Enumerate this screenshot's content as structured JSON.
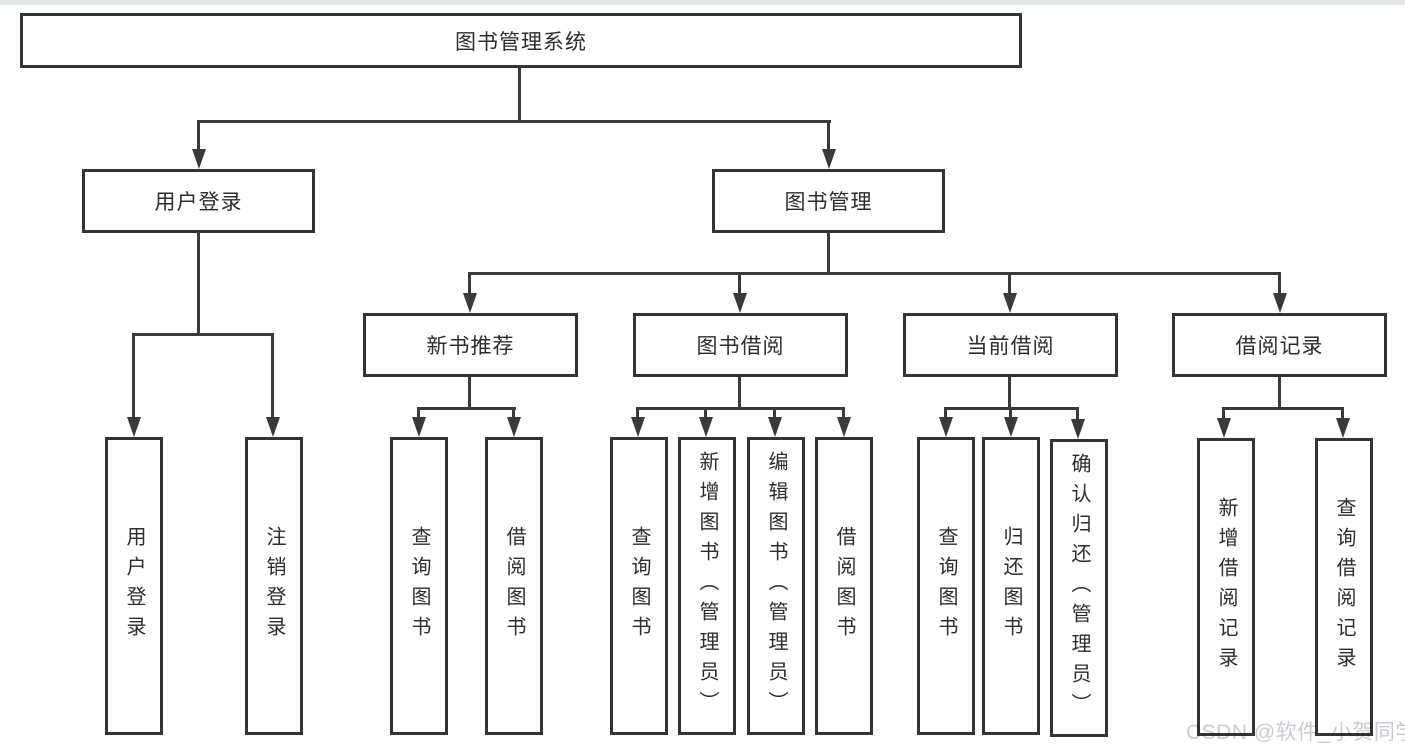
{
  "diagram": {
    "title": "图书管理系统",
    "level2": [
      {
        "label": "用户登录"
      },
      {
        "label": "图书管理"
      }
    ],
    "level3": [
      {
        "label": "新书推荐"
      },
      {
        "label": "图书借阅"
      },
      {
        "label": "当前借阅"
      },
      {
        "label": "借阅记录"
      }
    ],
    "leaves": {
      "user_login": [
        "用户登录",
        "注销登录"
      ],
      "new_book": [
        "查询图书",
        "借阅图书"
      ],
      "book_borrow": [
        "查询图书",
        "新增图书（管理员）",
        "编辑图书（管理员）",
        "借阅图书"
      ],
      "current_borrow": [
        "查询图书",
        "归还图书",
        "确认归还（管理员）"
      ],
      "borrow_record": [
        "新增借阅记录",
        "查询借阅记录"
      ]
    }
  },
  "watermark": {
    "text": "CSDN @软件_小贺同学"
  },
  "colors": {
    "line": "#3a3a3a",
    "box_border": "#343434",
    "text": "#2d2d2d",
    "watermark": "#c9ccd3",
    "background": "#ffffff"
  }
}
